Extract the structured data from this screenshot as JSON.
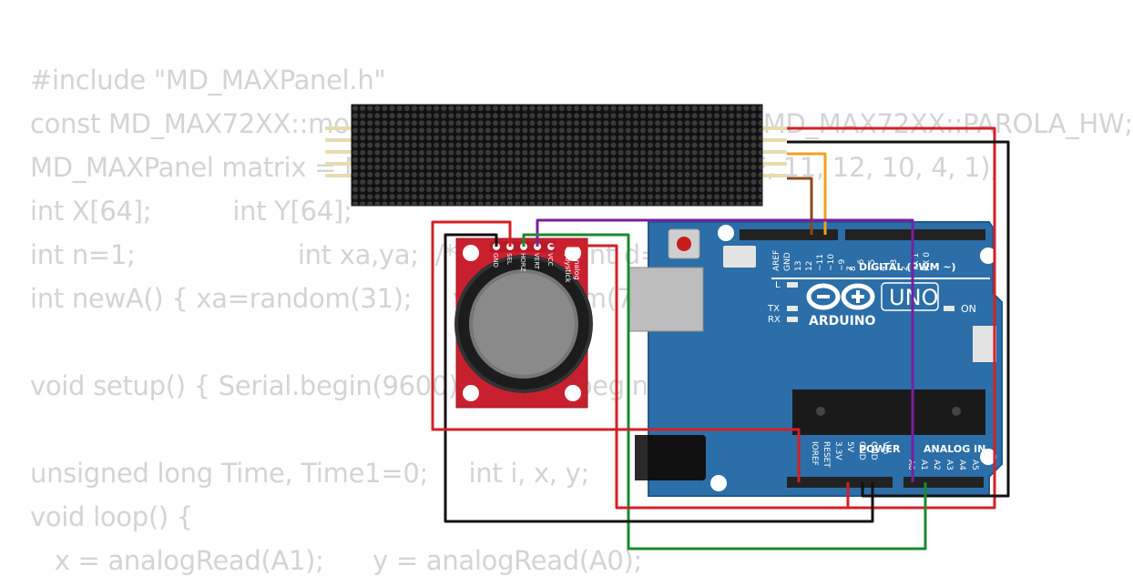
{
  "code": {
    "lines": [
      "#include \"MD_MAXPanel.h\"",
      "const MD_MAX72XX::moduleType_t HARDWARE_TYPE = MD_MAX72XX::PAROLA_HW;",
      "MD_MAXPanel matrix = MD_MAXPanel(HARDWARE_TYPE, 11, 12, 10, 4, 1);",
      "int X[64];          int Y[64];",
      "int n=1;                    int xa,ya;  /*яблоко*/ int d=0;",
      "int newA() { xa=random(31);     ya=random(7); }",
      "",
      "void setup() { Serial.begin(9600);  matrix.begin();              //н",
      "",
      "unsigned long Time, Time1=0;     int i, x, y;",
      "void loop() {",
      "   x = analogRead(A1);      y = analogRead(A0);"
    ]
  },
  "joystick": {
    "pins": [
      "GND",
      "SEL",
      "HORZ",
      "VERT",
      "VCC"
    ],
    "title_line1": "Analog",
    "title_line2": "Joystick"
  },
  "arduino": {
    "brand": "ARDUINO",
    "model": "UNO",
    "on_label": "ON",
    "digital_label": "DIGITAL (PWM ~)",
    "digital_pins": [
      "AREF",
      "GND",
      "13",
      "12",
      "~11",
      "~10",
      "~9",
      "8",
      "7",
      "~6",
      "~5",
      "4",
      "~3",
      "2",
      "TX 1",
      "RX 0"
    ],
    "power_label": "POWER",
    "power_pins": [
      "IOREF",
      "RESET",
      "3.3V",
      "5V",
      "GND",
      "GND",
      "Vin"
    ],
    "analog_label": "ANALOG IN",
    "analog_pins": [
      "A0",
      "A1",
      "A2",
      "A3",
      "A4",
      "A5"
    ],
    "led_l": "L",
    "led_tx": "TX",
    "led_rx": "RX"
  },
  "colors": {
    "code_text": "#d4d4d4",
    "board_blue": "#2b6ea8",
    "joystick_red": "#c8202f",
    "wire_red": "#d32027",
    "wire_black": "#111111",
    "wire_green": "#1a8a2e",
    "wire_purple": "#7a1fa0",
    "wire_orange": "#f0a020",
    "wire_brown": "#8a4a1a"
  }
}
